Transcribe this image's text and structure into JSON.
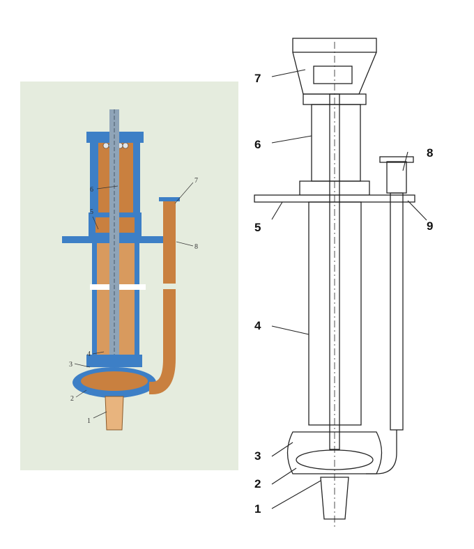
{
  "colored_diagram": {
    "labels": [
      "1",
      "2",
      "3",
      "4",
      "5",
      "6",
      "7",
      "8"
    ],
    "colors": {
      "background": "#e5ecde",
      "casing": "#3d7fc6",
      "bronze": "#c9803f",
      "bronze_light": "#e8b47e",
      "shaft": "#8fa4b8"
    }
  },
  "line_drawing": {
    "labels": [
      "1",
      "2",
      "3",
      "4",
      "5",
      "6",
      "7",
      "8",
      "9"
    ],
    "colors": {
      "line": "#222222"
    }
  }
}
